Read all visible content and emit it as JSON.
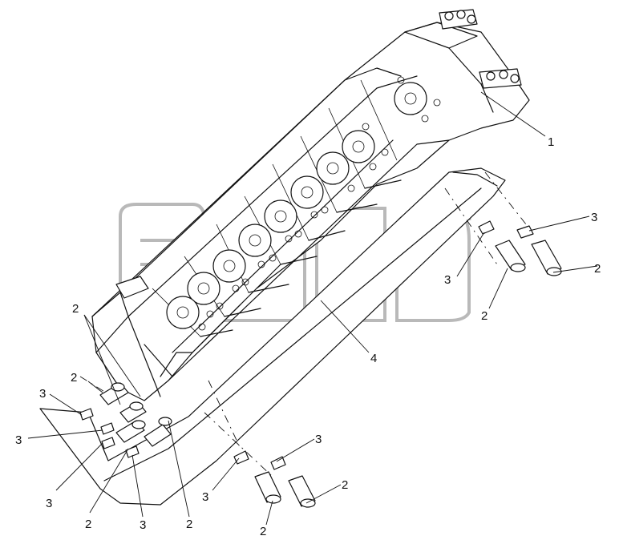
{
  "watermark": {
    "text": "TM"
  },
  "callouts": {
    "c1": "1",
    "c4": "4",
    "r_top_3": "3",
    "r_mid_2": "2",
    "r_mid_3": "3",
    "r_low_2": "2",
    "b_top_3": "3",
    "b_mid_2": "2",
    "b_left_3": "3",
    "b_low_2": "2",
    "l_top_2": "2",
    "l_mid_2": "2",
    "l_3a": "3",
    "l_3b": "3",
    "l_3c": "3",
    "l_2a": "2",
    "l_3d": "3",
    "l_2b": "2"
  }
}
